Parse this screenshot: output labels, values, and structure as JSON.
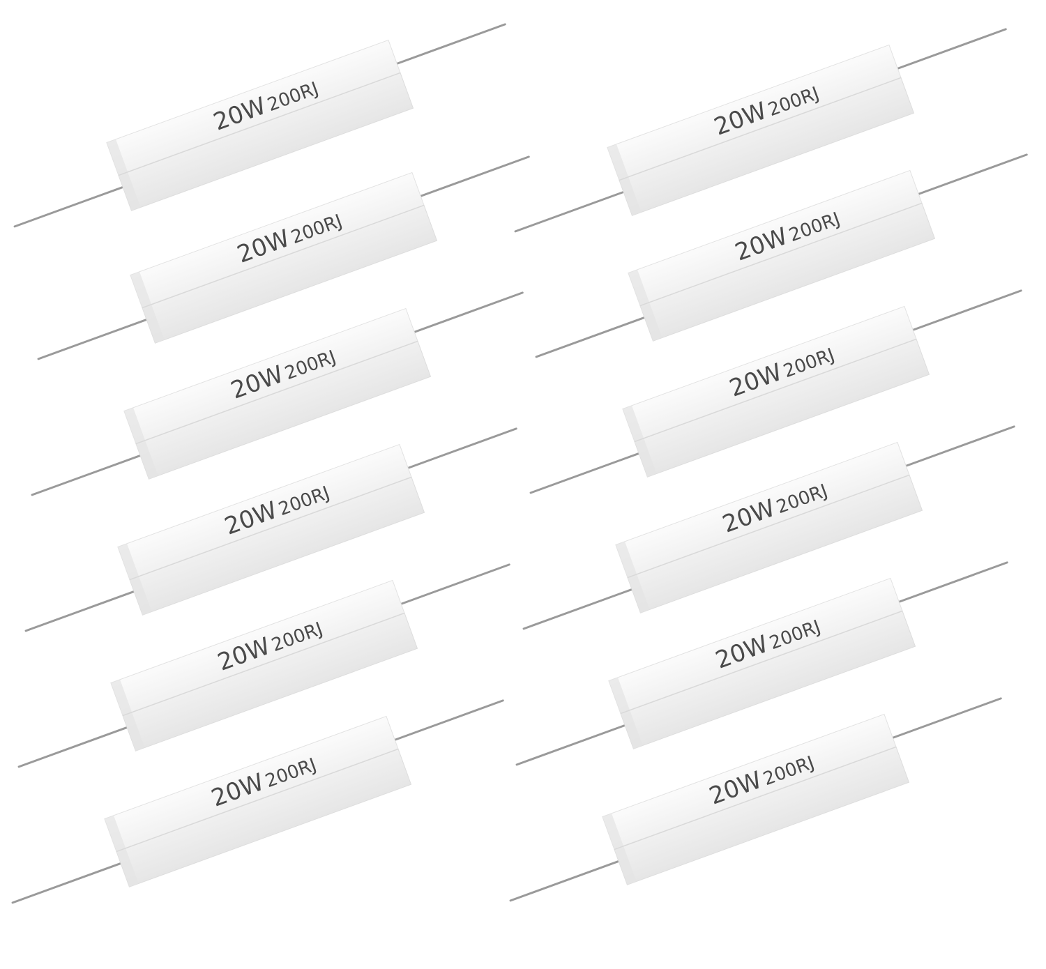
{
  "photo": {
    "subject": "ceramic cement power resistors",
    "background_color": "#ffffff",
    "body_color": "#f3f3f3",
    "lead_color": "#9a9a9a",
    "marking_color": "#4a4a4a"
  },
  "resistors": [
    {
      "wattage": "20W",
      "value": "200RJ"
    },
    {
      "wattage": "20W",
      "value": "200RJ"
    },
    {
      "wattage": "20W",
      "value": "200RJ"
    },
    {
      "wattage": "20W",
      "value": "200RJ"
    },
    {
      "wattage": "20W",
      "value": "200RJ"
    },
    {
      "wattage": "20W",
      "value": "200RJ"
    },
    {
      "wattage": "20W",
      "value": "200RJ"
    },
    {
      "wattage": "20W",
      "value": "200RJ"
    },
    {
      "wattage": "20W",
      "value": "200RJ"
    },
    {
      "wattage": "20W",
      "value": "200RJ"
    },
    {
      "wattage": "20W",
      "value": "200RJ"
    },
    {
      "wattage": "20W",
      "value": "200RJ"
    }
  ]
}
